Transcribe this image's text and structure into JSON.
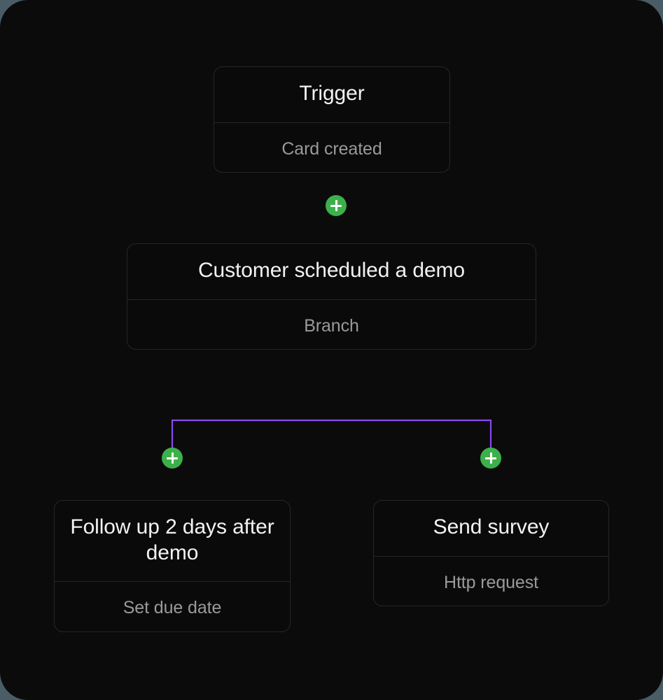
{
  "canvas": {
    "background_color": "#0b0b0c",
    "outer_background_color": "#4a5c66"
  },
  "flow": {
    "nodes": [
      {
        "id": "trigger",
        "title": "Trigger",
        "subtitle": "Card created"
      },
      {
        "id": "branch",
        "title": "Customer scheduled a demo",
        "subtitle": "Branch"
      },
      {
        "id": "follow-up",
        "title": "Follow up 2 days after demo",
        "subtitle": "Set due date"
      },
      {
        "id": "send-survey",
        "title": "Send survey",
        "subtitle": "Http request"
      }
    ],
    "add_buttons": [
      {
        "id": "add-after-trigger",
        "label": "+"
      },
      {
        "id": "add-branch-left",
        "label": "+"
      },
      {
        "id": "add-branch-right",
        "label": "+"
      }
    ],
    "edge_colors": {
      "start": "#e8567f",
      "end": "#7b3ff2"
    },
    "add_button_color": "#3db04b",
    "add_button_icon": "plus-icon"
  }
}
